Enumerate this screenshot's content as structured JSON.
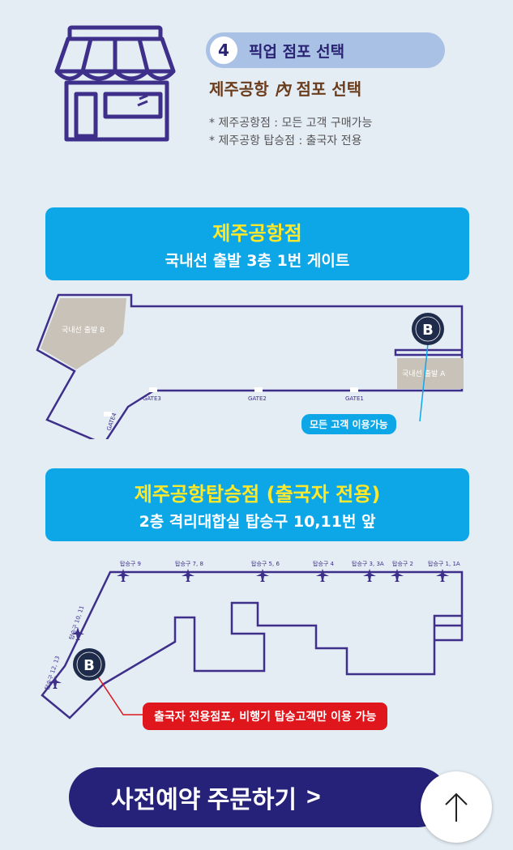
{
  "header": {
    "step_number": "4",
    "step_label": "픽업 점포 선택",
    "subtitle_pre": "제주공항 ",
    "subtitle_emph": "內",
    "subtitle_post": " 점포 선택",
    "note1": "* 제주공항점 : 모든 고객 구매가능",
    "note2": "* 제주공항 탑승점 : 출국자 전용"
  },
  "store1": {
    "title": "제주공항점",
    "location": "국내선 출발 3층 1번 게이트",
    "map": {
      "area_b": "국내선 출발 B",
      "area_a": "국내선 출발 A",
      "gates": [
        "GATE3",
        "GATE2",
        "GATE1",
        "GATE4"
      ],
      "callout": "모든 고객 이용가능"
    }
  },
  "store2": {
    "title": "제주공항탑승점 (출국자 전용)",
    "location": "2층 격리대합실 탑승구 10,11번 앞",
    "map": {
      "gates_top": [
        "탑승구 9",
        "탑승구 7, 8",
        "탑승구 5, 6",
        "탑승구 4",
        "탑승구 3, 3A",
        "탑승구 2",
        "탑승구 1, 1A"
      ],
      "gate_left1": "탑승구 10, 11",
      "gate_left2": "탑승구 12, 13",
      "callout": "출국자 전용점포, 비행기 탑승고객만 이용 가능"
    }
  },
  "logo_text": "B",
  "order_button": {
    "label": "사전예약 주문하기",
    "chevron": ">"
  },
  "colors": {
    "navy": "#26227a",
    "banner_blue": "#0da7e8",
    "highlight_yellow": "#ffe829",
    "alert_red": "#e0161d"
  }
}
